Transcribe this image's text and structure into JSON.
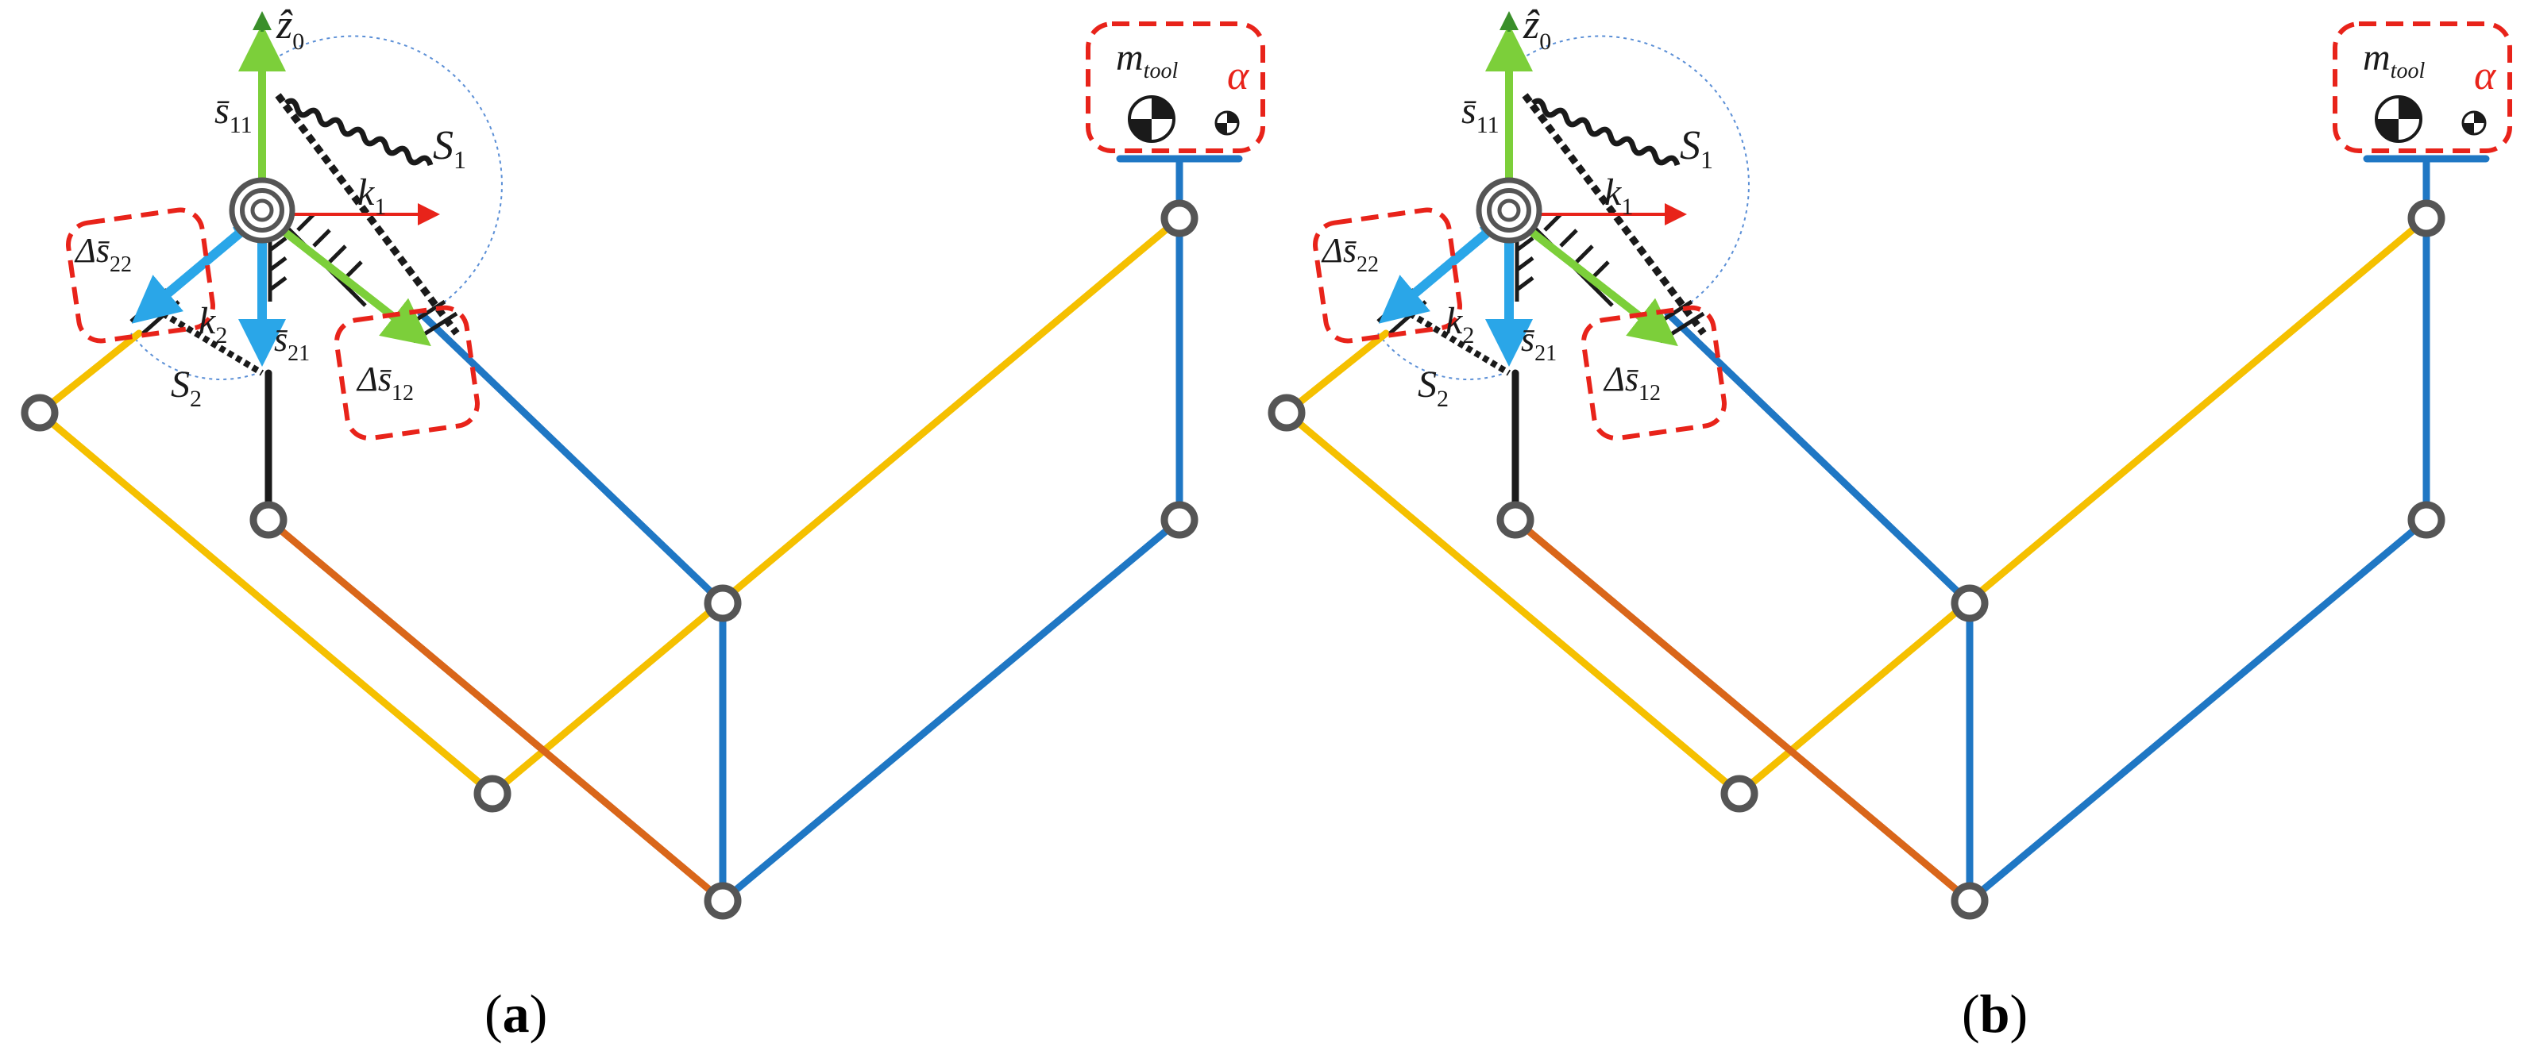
{
  "panels": [
    {
      "id": "a",
      "caption": {
        "open": "(",
        "letter": "a",
        "close": ")"
      },
      "labels": {
        "z0": {
          "base": "ẑ",
          "sub": "0"
        },
        "s11": {
          "base": "s̄",
          "sub": "11"
        },
        "s21": {
          "base": "s̄",
          "sub": "21"
        },
        "ds22": {
          "base": "Δs̄",
          "sub": "22"
        },
        "ds12": {
          "base": "Δs̄",
          "sub": "12"
        },
        "S1": {
          "base": "S",
          "sub": "1"
        },
        "S2": {
          "base": "S",
          "sub": "2"
        },
        "k1": {
          "base": "k",
          "sub": "1"
        },
        "k2": {
          "base": "k",
          "sub": "2"
        },
        "mtool": {
          "base": "m",
          "sub": "tool"
        },
        "alpha": "α"
      }
    },
    {
      "id": "b",
      "caption": {
        "open": "(",
        "letter": "b",
        "close": ")"
      },
      "labels": {
        "z0": {
          "base": "ẑ",
          "sub": "0"
        },
        "s11": {
          "base": "s̄",
          "sub": "11"
        },
        "s21": {
          "base": "s̄",
          "sub": "21"
        },
        "ds22": {
          "base": "Δs̄",
          "sub": "22"
        },
        "ds12": {
          "base": "Δs̄",
          "sub": "12"
        },
        "S1": {
          "base": "S",
          "sub": "1"
        },
        "S2": {
          "base": "S",
          "sub": "2"
        },
        "k1": {
          "base": "k",
          "sub": "1"
        },
        "k2": {
          "base": "k",
          "sub": "2"
        },
        "mtool": {
          "base": "m",
          "sub": "tool"
        },
        "alpha": "α"
      }
    }
  ],
  "colors": {
    "link_yellow": "#F5C000",
    "link_blue": "#1F77C4",
    "link_orange": "#D9661A",
    "link_black": "#1a1a1a",
    "vector_light_green": "#7CCF3A",
    "vector_dark_green": "#3A8F2A",
    "vector_light_blue": "#2AA6E8",
    "axis_red": "#E8231A",
    "highlight_red": "#E8231A",
    "joint_gray": "#555555",
    "arc_blue": "#5B8FD6"
  },
  "icons": [
    "revolute-joint-icon",
    "spring-icon",
    "center-of-mass-icon",
    "ground-hatch-icon"
  ]
}
